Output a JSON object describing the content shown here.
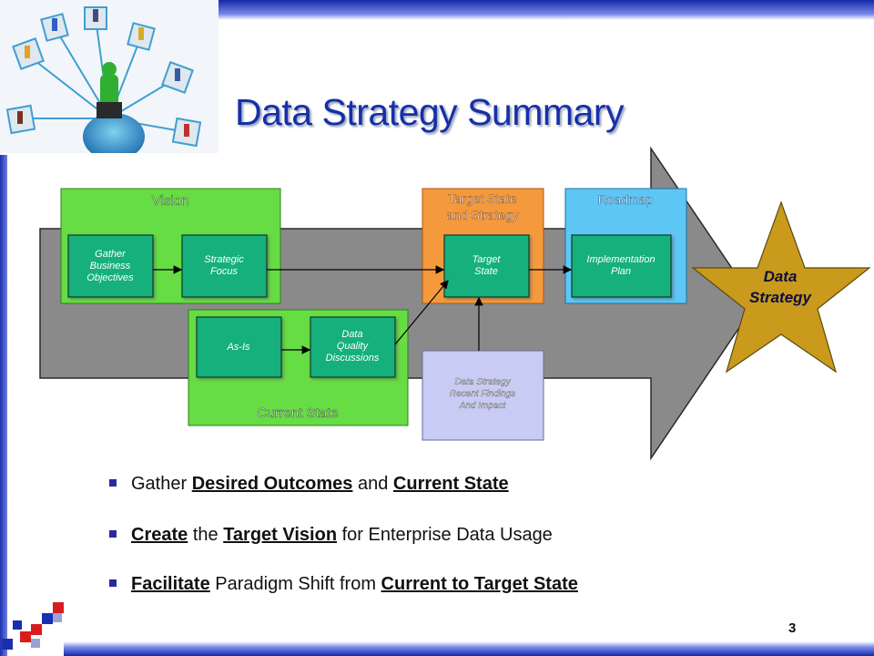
{
  "title": "Data Strategy Summary",
  "diagram": {
    "groups": {
      "vision": "Vision",
      "current_state": "Current State",
      "target_state": [
        "Target State",
        "and Strategy"
      ],
      "roadmap": "Roadmap"
    },
    "boxes": {
      "gather": [
        "Gather",
        "Business",
        "Objectives"
      ],
      "strategic": [
        "Strategic",
        "Focus"
      ],
      "as_is": "As-Is",
      "data_quality": [
        "Data",
        "Quality",
        "Discussions"
      ],
      "target": [
        "Target",
        "State"
      ],
      "implementation": [
        "Implementation",
        "Plan"
      ],
      "research": [
        "Data Strategy",
        "Recent Findings",
        "And Impact"
      ]
    },
    "star": [
      "Data",
      "Strategy"
    ]
  },
  "bullets": [
    [
      {
        "text": "Gather ",
        "emph": false
      },
      {
        "text": "Desired Outcomes",
        "emph": true
      },
      {
        "text": " and ",
        "emph": false
      },
      {
        "text": "Current State",
        "emph": true
      }
    ],
    [
      {
        "text": "Create",
        "emph": true
      },
      {
        "text": " the ",
        "emph": false
      },
      {
        "text": "Target Vision",
        "emph": true
      },
      {
        "text": " for Enterprise Data Usage",
        "emph": false
      }
    ],
    [
      {
        "text": "Facilitate",
        "emph": true
      },
      {
        "text": " Paradigm Shift from ",
        "emph": false
      },
      {
        "text": "Current to Target State",
        "emph": true
      }
    ]
  ],
  "page_number": "3",
  "colors": {
    "title": "#1630a8",
    "vision_fill": "#66dd44",
    "box_fill": "#16b07c",
    "target_fill": "#f59a3c",
    "roadmap_fill": "#5ec6f5",
    "research_fill": "#c8ccf4",
    "arrow_fill": "#8a8a8a",
    "star_fill": "#c99a1c"
  },
  "icons": {
    "logo": "network-people-computers-icon",
    "corner": "pixel-squares-icon"
  }
}
